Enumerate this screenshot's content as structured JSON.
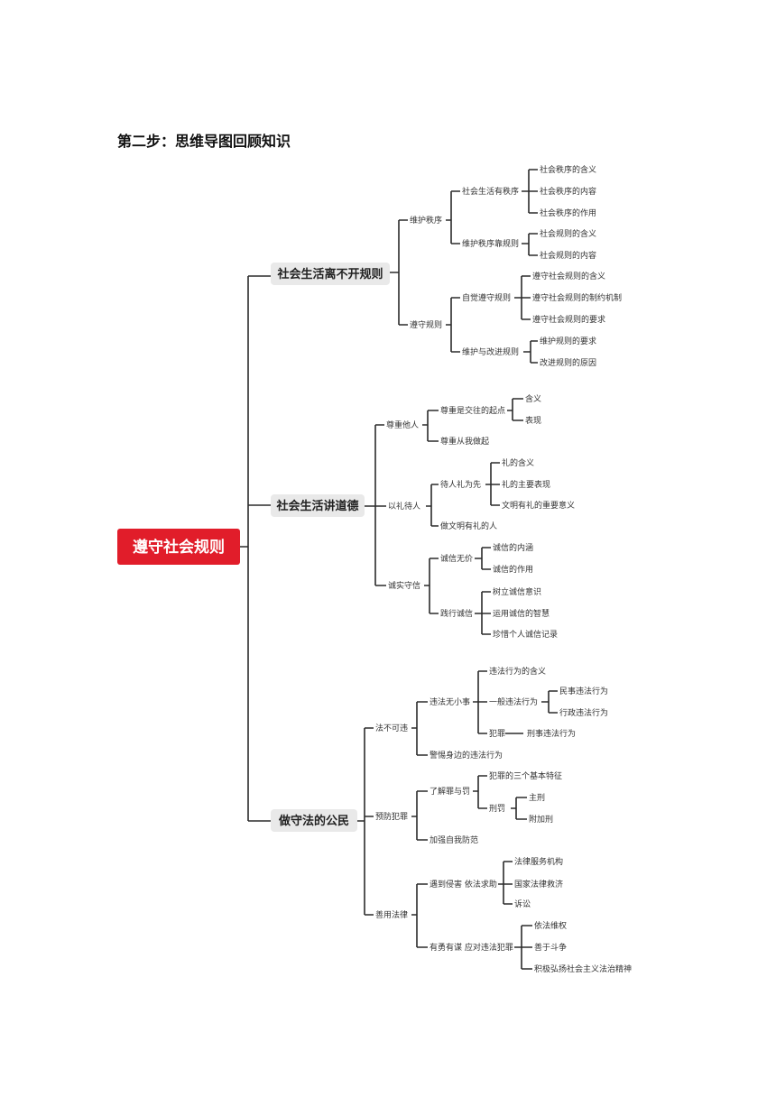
{
  "heading": "第二步：思维导图回顾知识",
  "mindmap": {
    "root": "遵守社会规则",
    "branch1": {
      "label": "社会生活离不开规则",
      "a": {
        "label": "维护秩序",
        "a1": {
          "label": "社会生活有秩序",
          "items": [
            "社会秩序的含义",
            "社会秩序的内容",
            "社会秩序的作用"
          ]
        },
        "a2": {
          "label": "维护秩序靠规则",
          "items": [
            "社会规则的含义",
            "社会规则的内容"
          ]
        }
      },
      "b": {
        "label": "遵守规则",
        "b1": {
          "label": "自觉遵守规则",
          "items": [
            "遵守社会规则的含义",
            "遵守社会规则的制约机制",
            "遵守社会规则的要求"
          ]
        },
        "b2": {
          "label": "维护与改进规则",
          "items": [
            "维护规则的要求",
            "改进规则的原因"
          ]
        }
      }
    },
    "branch2": {
      "label": "社会生活讲道德",
      "a": {
        "label": "尊重他人",
        "a1": {
          "label": "尊重是交往的起点",
          "items": [
            "含义",
            "表现"
          ]
        },
        "a2": {
          "label": "尊重从我做起"
        }
      },
      "b": {
        "label": "以礼待人",
        "b1": {
          "label": "待人礼为先",
          "items": [
            "礼的含义",
            "礼的主要表现",
            "文明有礼的重要意义"
          ]
        },
        "b2": {
          "label": "做文明有礼的人"
        }
      },
      "c": {
        "label": "诚实守信",
        "c1": {
          "label": "诚信无价",
          "items": [
            "诚信的内涵",
            "诚信的作用"
          ]
        },
        "c2": {
          "label": "践行诚信",
          "items": [
            "树立诚信意识",
            "运用诚信的智慧",
            "珍惜个人诚信记录"
          ]
        }
      }
    },
    "branch3": {
      "label": "做守法的公民",
      "a": {
        "label": "法不可违",
        "a1": {
          "label": "违法无小事",
          "x1": "违法行为的含义",
          "x2": {
            "label": "一般违法行为",
            "items": [
              "民事违法行为",
              "行政违法行为"
            ]
          },
          "x3": {
            "label": "犯罪",
            "item": "刑事违法行为"
          }
        },
        "a2": {
          "label": "警惕身边的违法行为"
        }
      },
      "b": {
        "label": "预防犯罪",
        "b1": {
          "label": "了解罪与罚",
          "x1": "犯罪的三个基本特征",
          "x2": {
            "label": "刑罚",
            "items": [
              "主刑",
              "附加刑"
            ]
          }
        },
        "b2": {
          "label": "加强自我防范"
        }
      },
      "c": {
        "label": "善用法律",
        "c1": {
          "label": "遇到侵害 依法求助",
          "items": [
            "法律服务机构",
            "国家法律救济",
            "诉讼"
          ]
        },
        "c2": {
          "label": "有勇有谋 应对违法犯罪",
          "items": [
            "依法维权",
            "善于斗争",
            "积极弘扬社会主义法治精神"
          ]
        }
      }
    }
  }
}
